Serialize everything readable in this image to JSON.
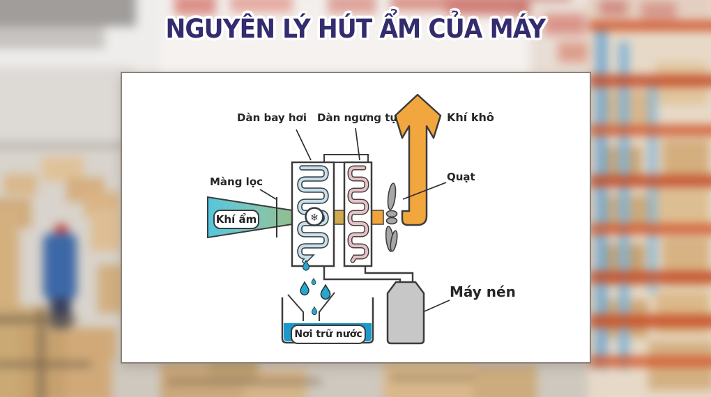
{
  "title": "NGUYÊN LÝ HÚT ẨM CỦA MÁY",
  "diagram": {
    "labels": {
      "evaporator": "Dàn bay hơi",
      "condenser": "Dàn ngưng tụ",
      "dry_air": "Khí khô",
      "filter": "Màng lọc",
      "moist_air": "Khí ẩm",
      "fan": "Quạt",
      "compressor": "Máy nén",
      "water_tank": "Nơi trữ nước"
    },
    "icons": {
      "snowflake": "❄"
    },
    "colors": {
      "title_navy": "#332C6E",
      "arrow_orange": "#F2A73E",
      "mid_band_mustard": "#D2A94E",
      "coil_cold_blue": "#C9DFE9",
      "coil_hot_pink": "#E3C3C5",
      "moist_air_cyan": "#55C6DC",
      "moist_air_sage": "#93BE8C",
      "water_blue": "#1B9AC9",
      "drop_cyan": "#28A7CD",
      "metal_gray": "#C7C7C7",
      "outline_dark": "#3C3C3C"
    }
  }
}
